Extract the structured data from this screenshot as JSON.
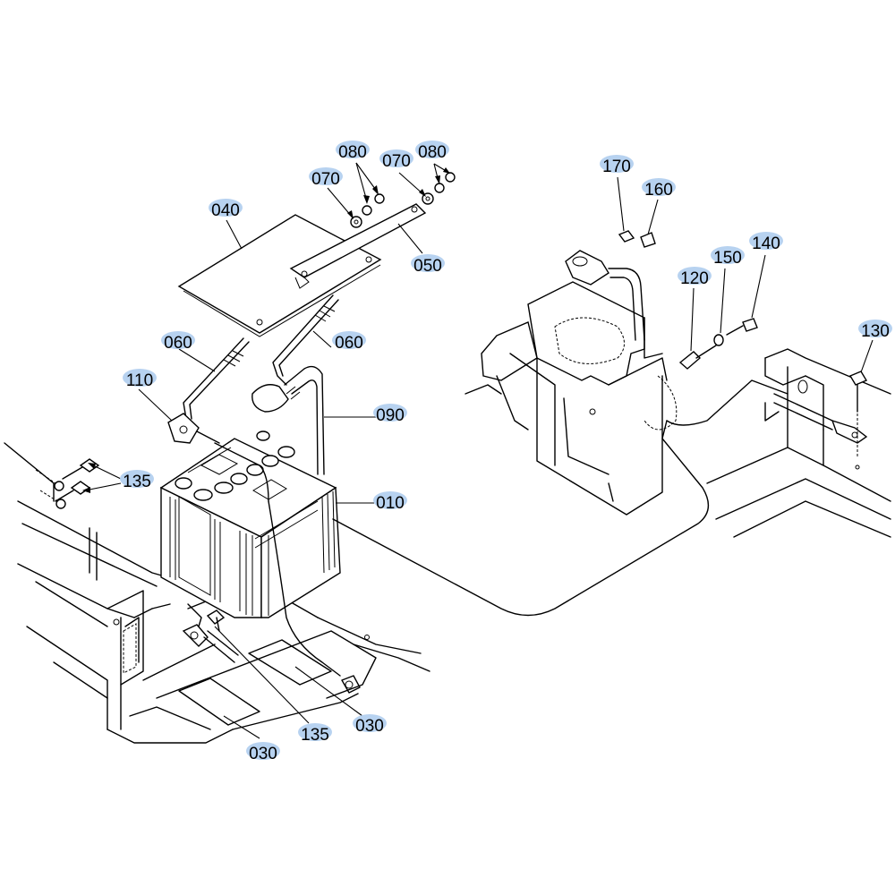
{
  "diagram": {
    "highlight_color": "#b7d2f0",
    "line_color": "#000000",
    "callouts": [
      {
        "id": "c080a",
        "text": "080"
      },
      {
        "id": "c070b",
        "text": "070"
      },
      {
        "id": "c080b",
        "text": "080"
      },
      {
        "id": "c070a",
        "text": "070"
      },
      {
        "id": "c040",
        "text": "040"
      },
      {
        "id": "c050",
        "text": "050"
      },
      {
        "id": "c060a",
        "text": "060"
      },
      {
        "id": "c060b",
        "text": "060"
      },
      {
        "id": "c110",
        "text": "110"
      },
      {
        "id": "c090",
        "text": "090"
      },
      {
        "id": "c010",
        "text": "010"
      },
      {
        "id": "c135a",
        "text": "135"
      },
      {
        "id": "c135b",
        "text": "135"
      },
      {
        "id": "c030a",
        "text": "030"
      },
      {
        "id": "c030b",
        "text": "030"
      },
      {
        "id": "c170",
        "text": "170"
      },
      {
        "id": "c160",
        "text": "160"
      },
      {
        "id": "c150",
        "text": "150"
      },
      {
        "id": "c140",
        "text": "140"
      },
      {
        "id": "c120",
        "text": "120"
      },
      {
        "id": "c130",
        "text": "130"
      }
    ]
  }
}
